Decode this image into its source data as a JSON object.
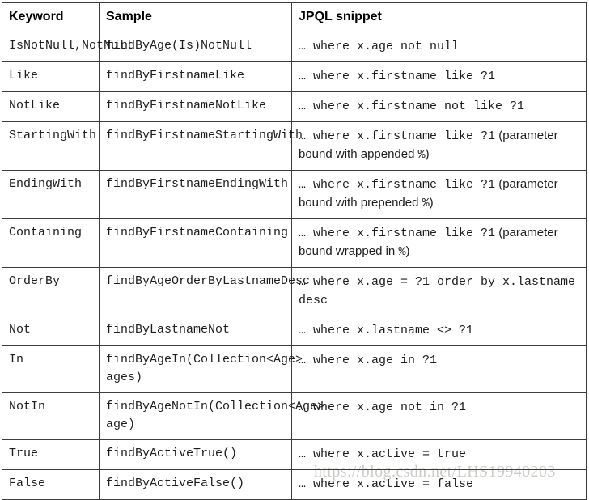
{
  "table": {
    "columns": [
      "Keyword",
      "Sample",
      "JPQL snippet"
    ],
    "rows": [
      {
        "keyword": "IsNotNull,NotNull",
        "sample": "findByAge(Is)NotNull",
        "jpql": [
          {
            "f": "mono",
            "t": "… where x.age not null"
          }
        ]
      },
      {
        "keyword": "Like",
        "sample": "findByFirstnameLike",
        "jpql": [
          {
            "f": "mono",
            "t": "… where x.firstname like ?1"
          }
        ]
      },
      {
        "keyword": "NotLike",
        "sample": "findByFirstnameNotLike",
        "jpql": [
          {
            "f": "mono",
            "t": "… where x.firstname not like ?1"
          }
        ]
      },
      {
        "keyword": "StartingWith",
        "sample": "findByFirstnameStartingWith",
        "jpql": [
          {
            "f": "mono",
            "t": "… where x.firstname like ?1"
          },
          {
            "f": "sans",
            "t": " (parameter"
          },
          {
            "f": "br"
          },
          {
            "f": "sans",
            "t": "bound with appended "
          },
          {
            "f": "mono",
            "t": "%"
          },
          {
            "f": "sans",
            "t": ")"
          }
        ]
      },
      {
        "keyword": "EndingWith",
        "sample": "findByFirstnameEndingWith",
        "jpql": [
          {
            "f": "mono",
            "t": "… where x.firstname like ?1"
          },
          {
            "f": "sans",
            "t": " (parameter"
          },
          {
            "f": "br"
          },
          {
            "f": "sans",
            "t": "bound with prepended "
          },
          {
            "f": "mono",
            "t": "%"
          },
          {
            "f": "sans",
            "t": ")"
          }
        ]
      },
      {
        "keyword": "Containing",
        "sample": "findByFirstnameContaining",
        "jpql": [
          {
            "f": "mono",
            "t": "… where x.firstname like ?1"
          },
          {
            "f": "sans",
            "t": " (parameter"
          },
          {
            "f": "br"
          },
          {
            "f": "sans",
            "t": "bound wrapped in "
          },
          {
            "f": "mono",
            "t": "%"
          },
          {
            "f": "sans",
            "t": ")"
          }
        ]
      },
      {
        "keyword": "OrderBy",
        "sample": "findByAgeOrderByLastnameDesc",
        "jpql": [
          {
            "f": "mono",
            "t": "… where x.age = ?1 order by x.lastname"
          },
          {
            "f": "br"
          },
          {
            "f": "mono",
            "t": "desc"
          }
        ]
      },
      {
        "keyword": "Not",
        "sample": "findByLastnameNot",
        "jpql": [
          {
            "f": "mono",
            "t": "… where x.lastname <> ?1"
          }
        ]
      },
      {
        "keyword": "In",
        "sample": "findByAgeIn(Collection<Age>\nages)",
        "jpql": [
          {
            "f": "mono",
            "t": "… where x.age in ?1"
          }
        ]
      },
      {
        "keyword": "NotIn",
        "sample": "findByAgeNotIn(Collection<Age>\nage)",
        "jpql": [
          {
            "f": "mono",
            "t": "… where x.age not in ?1"
          }
        ]
      },
      {
        "keyword": "True",
        "sample": "findByActiveTrue()",
        "jpql": [
          {
            "f": "mono",
            "t": "… where x.active = true"
          }
        ]
      },
      {
        "keyword": "False",
        "sample": "findByActiveFalse()",
        "jpql": [
          {
            "f": "mono",
            "t": "… where x.active = false"
          }
        ]
      }
    ]
  },
  "watermark": {
    "text": "https://blog.csdn.net/LHS19940203"
  },
  "colors": {
    "border": "#3c3c3c",
    "text": "#1d1d1d",
    "watermark": "#cbcbc8",
    "background": "#ffffff"
  }
}
